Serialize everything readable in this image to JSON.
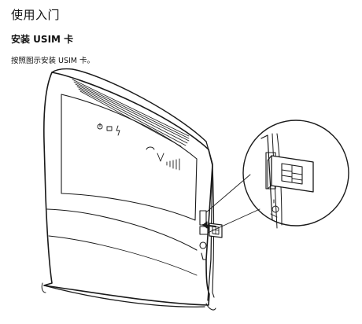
{
  "page": {
    "title": "使用入门"
  },
  "section": {
    "title": "安装 USIM 卡",
    "instruction": "按照图示安装 USIM 卡。"
  },
  "illustration": {
    "subject": "router",
    "callout": "usim-slot-zoom",
    "line_color": "#1a1a1a"
  }
}
